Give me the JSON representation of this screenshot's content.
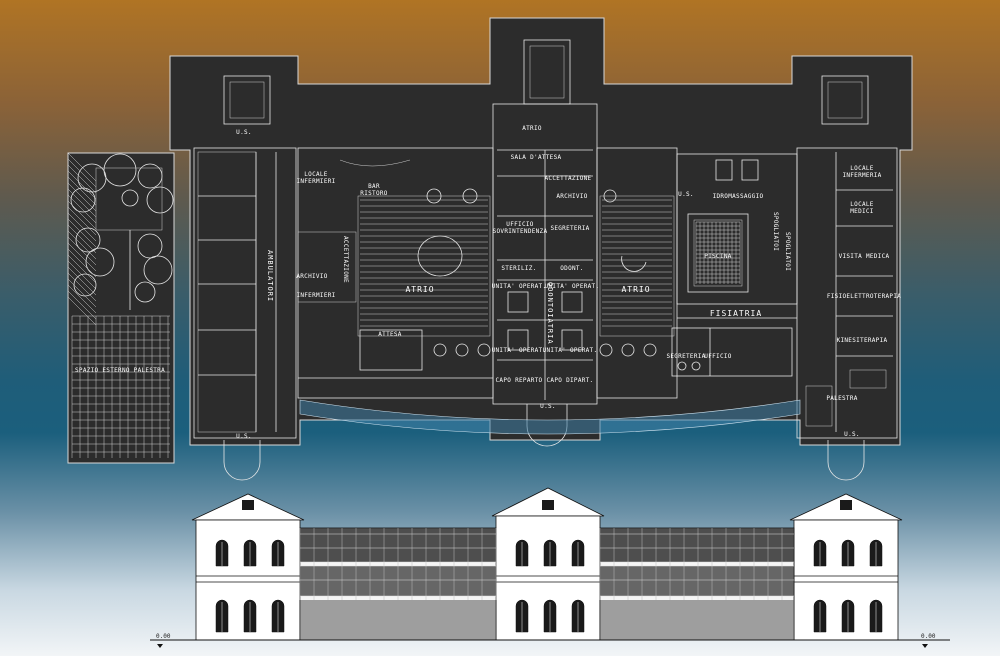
{
  "plan": {
    "room_labels": {
      "atrio_center": "ATRIO",
      "atrio_left": "ATRIO",
      "atrio_right": "ATRIO",
      "sala_attesa": "SALA D'ATTESA",
      "accettazione_center": "ACCETTAZIONE",
      "archivio_center": "ARCHIVIO",
      "ufficio_sovrint": "UFFICIO",
      "ufficio_sovrint_2": "SOVRINTENDENZA",
      "segreteria_center": "SEGRETERIA",
      "steriliz": "STERILIZ.",
      "odont_small": "ODONT.",
      "odontoiatria": "ODONTOIATRIA",
      "unita_operat": "UNITA' OPERAT.",
      "capo_reparto": "CAPO REPARTO",
      "capo_dipart": "CAPO DIPART.",
      "locale_infermieri": "LOCALE",
      "locale_infermieri_2": "INFERMIERI",
      "bar_ristoro": "BAR",
      "bar_ristoro_2": "RISTORO",
      "accettazione_left": "ACCETTAZIONE",
      "archivio_left": "ARCHIVIO",
      "ambulatori": "AMBULATORI",
      "attesa": "ATTESA",
      "spazio_esterno": "SPAZIO ESTERNO PALESTRA",
      "idromassaggio": "IDROMASSAGGIO",
      "piscina": "PISCINA",
      "fisiatria": "FISIATRIA",
      "segreteria_right": "SEGRETERIA",
      "ufficio_right": "UFFICIO",
      "locale_infermeria": "LOCALE",
      "locale_infermeria_2": "INFERMERIA",
      "locale_medici": "LOCALE",
      "locale_medici_2": "MEDICI",
      "visita_medica": "VISITA MEDICA",
      "fisioelettroterapia": "FISIOELETTROTERAPIA",
      "kinesiterapia": "KINESITERAPIA",
      "palestra": "PALESTRA",
      "spogliatoi": "SPOGLIATOI",
      "us": "U.S."
    }
  },
  "elevation": {
    "level_left": "0.00",
    "level_right": "0.00"
  },
  "colors": {
    "plan_fill": "#2c2c2c",
    "line": "#e8e8e8",
    "glass": "#3f7fa6"
  }
}
